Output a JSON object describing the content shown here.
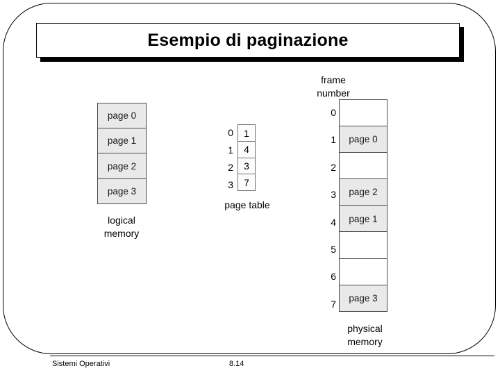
{
  "slide": {
    "title": "Esempio di paginazione"
  },
  "logical_memory": {
    "label_line1": "logical",
    "label_line2": "memory",
    "cells": [
      {
        "label": "page 0",
        "filled": true
      },
      {
        "label": "page 1",
        "filled": true
      },
      {
        "label": "page 2",
        "filled": true
      },
      {
        "label": "page 3",
        "filled": true
      }
    ]
  },
  "page_table": {
    "label": "page table",
    "rows": [
      {
        "index": "0",
        "value": "1"
      },
      {
        "index": "1",
        "value": "4"
      },
      {
        "index": "2",
        "value": "3"
      },
      {
        "index": "3",
        "value": "7"
      }
    ]
  },
  "physical_memory": {
    "header_line1": "frame",
    "header_line2": "number",
    "label_line1": "physical",
    "label_line2": "memory",
    "frames": [
      {
        "index": "0",
        "label": "",
        "filled": false
      },
      {
        "index": "1",
        "label": "page 0",
        "filled": true
      },
      {
        "index": "2",
        "label": "",
        "filled": false
      },
      {
        "index": "3",
        "label": "page 2",
        "filled": true
      },
      {
        "index": "4",
        "label": "page 1",
        "filled": true
      },
      {
        "index": "5",
        "label": "",
        "filled": false
      },
      {
        "index": "6",
        "label": "",
        "filled": false
      },
      {
        "index": "7",
        "label": "page 3",
        "filled": true
      }
    ]
  },
  "footer": {
    "course": "Sistemi Operativi",
    "page_number": "8.14"
  },
  "colors": {
    "cell_fill": "#e9e9e9",
    "cell_border": "#4a4a4a",
    "text": "#000000",
    "background": "#ffffff"
  }
}
